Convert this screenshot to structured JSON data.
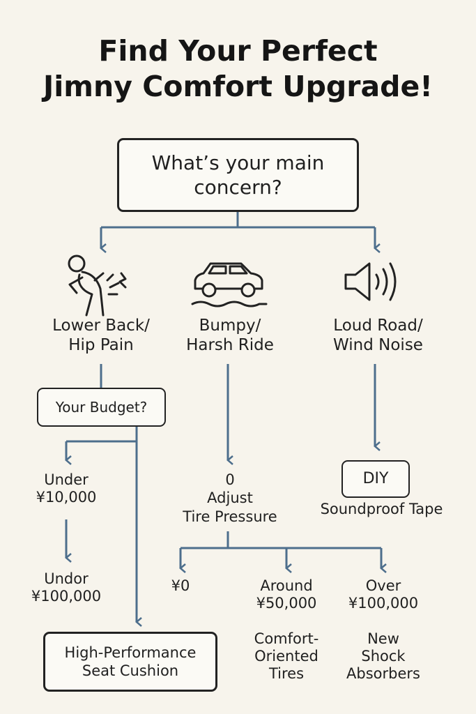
{
  "title": "Find Your Perfect\nJimny Comfort Upgrade!",
  "question": "What’s your main\nconcern?",
  "concerns": {
    "back": "Lower Back/\nHip Pain",
    "ride": "Bumpy/\nHarsh Ride",
    "noise": "Loud Road/\nWind Noise"
  },
  "icons": {
    "back": "back-pain-person-icon",
    "ride": "car-on-bumpy-road-icon",
    "noise": "speaker-sound-icon"
  },
  "back_branch": {
    "budget_question": "Your Budget?",
    "under_10k": "Under\n¥10,000",
    "under_100k": "Undor\n¥100,000",
    "result": "High-Performance\nSeat Cushion"
  },
  "ride_branch": {
    "step": "0\nAdjust\nTire Pressure",
    "options": [
      {
        "price": "¥0",
        "result": ""
      },
      {
        "price": "Around\n¥50,000",
        "result": "Comfort-\nOriented\nTires"
      },
      {
        "price": "Over\n¥100,000",
        "result": "New\nShock\nAbsorbers"
      }
    ]
  },
  "noise_branch": {
    "badge": "DIY",
    "result": "Soundproof Tape"
  },
  "colors": {
    "background": "#f7f4ec",
    "connector": "#4d6e8c",
    "ink": "#222222"
  }
}
